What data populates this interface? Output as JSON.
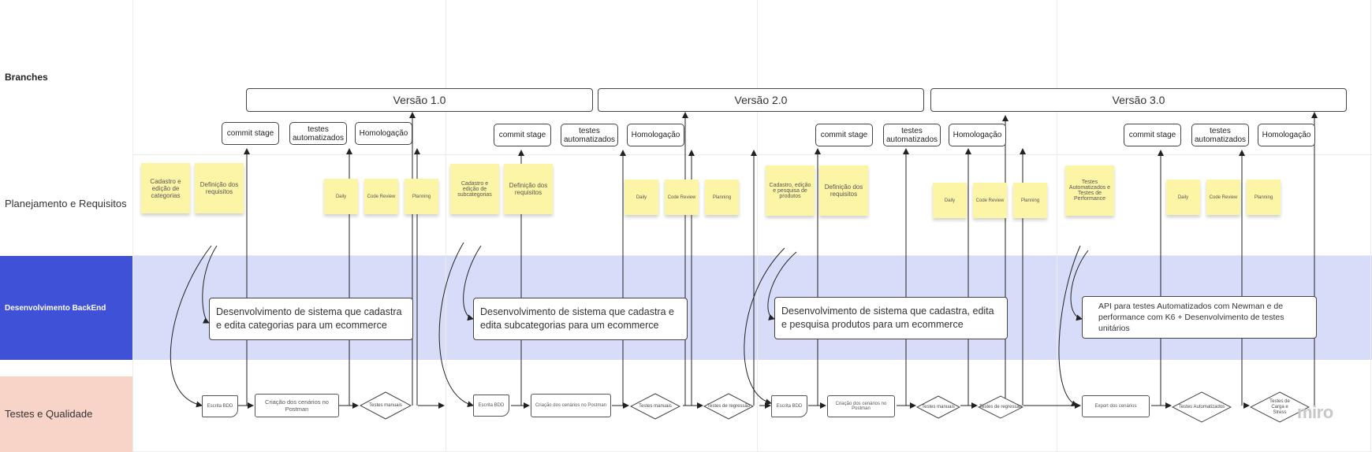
{
  "lanes": {
    "branches": "Branches",
    "planning": "Planejamento e Requisitos",
    "dev": "Desenvolvimento BackEnd",
    "tests": "Testes e Qualidade"
  },
  "colors": {
    "dev_lane": "#3f51d6",
    "dev_band": "#d7ddf9",
    "tests_lane": "#f8d3c8",
    "sticky": "#fdf5a6"
  },
  "versions": [
    "Versão 1.0",
    "Versão 2.0",
    "Versão 3.0"
  ],
  "stages": [
    {
      "label": "commit stage"
    },
    {
      "label": "testes automatizados"
    },
    {
      "label": "Homologação"
    },
    {
      "label": "commit stage"
    },
    {
      "label": "testes automatizados"
    },
    {
      "label": "Homologação"
    },
    {
      "label": "commit stage"
    },
    {
      "label": "testes automatizados"
    },
    {
      "label": "Homologação"
    },
    {
      "label": "commit stage"
    },
    {
      "label": "testes automatizados"
    },
    {
      "label": "Homologação"
    }
  ],
  "stickies": [
    "Cadastro e edição de categorias",
    "Definição dos requisitos",
    "Daily",
    "Code Review",
    "Planning",
    "Cadastro e edição de subcategorias",
    "Definição dos requisitos",
    "Daily",
    "Code Review",
    "Planning",
    "Cadastro, edição e pesquisa de produtos",
    "Definição dos requisitos",
    "Daily",
    "Code Review",
    "Planning",
    "Testes Automatizados e Testes de Performance",
    "Daily",
    "Code Review",
    "Planning"
  ],
  "dev_boxes": [
    "Desenvolvimento de sistema que cadastra e edita categorias para um ecommerce",
    "Desenvolvimento de sistema que cadastra e edita subcategorias para um ecommerce",
    "Desenvolvimento de sistema que cadastra, edita e pesquisa produtos para um ecommerce",
    "API para testes Automatizados com Newman e de performance com K6 + Desenvolvimento de testes unitários"
  ],
  "test_items": [
    "Escrita BDD",
    "Criação dos cenários no Postman",
    "Testes manuais",
    "Escrita BDD",
    "Criação dos cenários no Postman",
    "Testes manuais",
    "Testes de regressão",
    "Escrita BDD",
    "Criação dos cenários no Postman",
    "Testes manuais",
    "Testes de regressão",
    "Export dos cenários",
    "Testes Automatizados",
    "Testes de Carga e Stress"
  ],
  "logo": "miro"
}
